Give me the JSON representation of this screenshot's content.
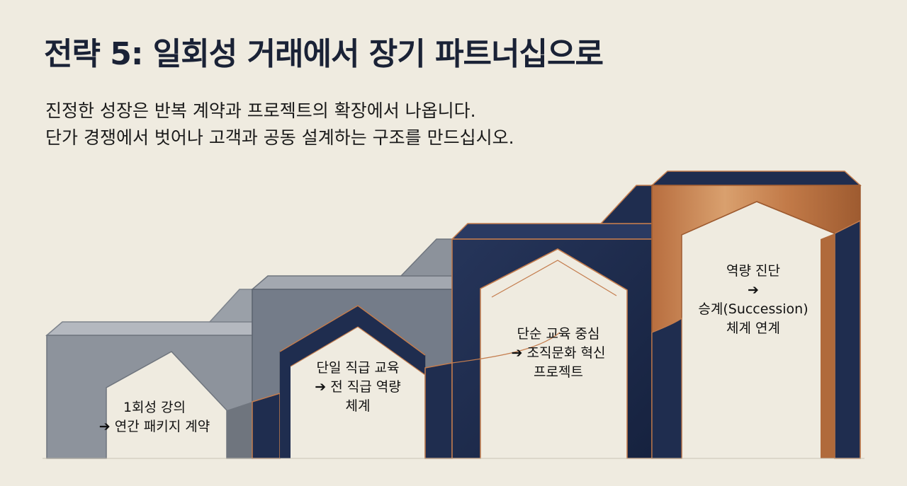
{
  "title": "전략 5: 일회성 거래에서 장기 파트너십으로",
  "subtitle": [
    "진정한 성장은 반복 계약과 프로젝트의 확장에서 나옵니다.",
    "단가 경쟁에서 벗어나 고객과 공동 설계하는 구조를 만드십시오."
  ],
  "stages": [
    {
      "id": "stage-1",
      "lines": [
        "1회성 강의",
        "➔ 연간 패키지 계약"
      ]
    },
    {
      "id": "stage-2",
      "lines": [
        "단일 직급 교육",
        "➔ 전 직급 역량",
        "체계"
      ]
    },
    {
      "id": "stage-3",
      "lines": [
        "단순 교육 중심",
        "➔ 조직문화 혁신",
        "프로젝트"
      ]
    },
    {
      "id": "stage-4",
      "lines": [
        "역량 진단",
        "➔",
        "승계(Succession)",
        "체계 연계"
      ]
    }
  ],
  "colors": {
    "background": "#efebe0",
    "title": "#1a2236",
    "gray": "#8d939c",
    "gray_light": "#a7acb3",
    "gray_dark": "#6f757e",
    "slate": "#747c89",
    "navy": "#1f2d4f",
    "navy_dark": "#152140",
    "copper": "#c47d4e",
    "copper_light": "#d69a6a",
    "copper_dark": "#9e5b30"
  }
}
